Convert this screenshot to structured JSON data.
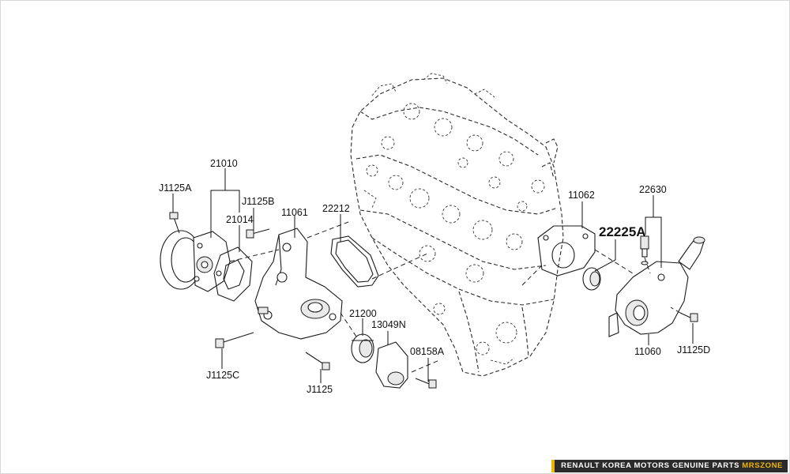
{
  "diagram": {
    "highlight_color": "#ee0000",
    "labels": {
      "p21010": "21010",
      "pJ1125A": "J1125A",
      "pJ1125B": "J1125B",
      "p21014": "21014",
      "p11061": "11061",
      "p22212": "22212",
      "p11062": "11062",
      "p22630": "22630",
      "p22225A": "22225A",
      "pJ1125C": "J1125C",
      "p21200": "21200",
      "p13049N": "13049N",
      "p08158A": "08158A",
      "pJ1125": "J1125",
      "p11060": "11060",
      "pJ1125D": "J1125D"
    }
  },
  "footer": {
    "text": "RENAULT KOREA MOTORS GENUINE PARTS",
    "brand": "MRSZONE"
  }
}
